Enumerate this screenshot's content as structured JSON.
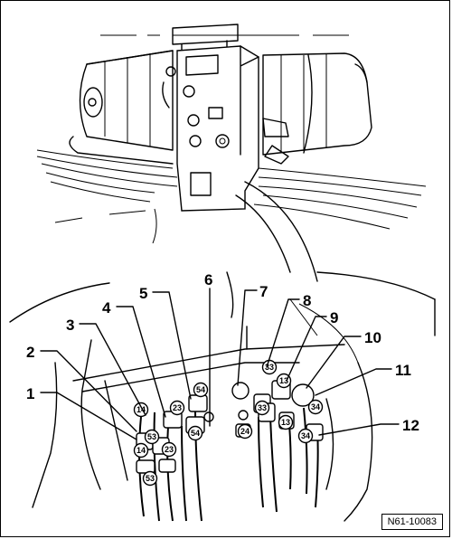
{
  "figure_code": "N61-10083",
  "callouts": [
    {
      "id": "1",
      "label": "1"
    },
    {
      "id": "2",
      "label": "2"
    },
    {
      "id": "3",
      "label": "3"
    },
    {
      "id": "4",
      "label": "4"
    },
    {
      "id": "5",
      "label": "5"
    },
    {
      "id": "6",
      "label": "6"
    },
    {
      "id": "7",
      "label": "7"
    },
    {
      "id": "8",
      "label": "8"
    },
    {
      "id": "9",
      "label": "9"
    },
    {
      "id": "10",
      "label": "10"
    },
    {
      "id": "11",
      "label": "11"
    },
    {
      "id": "12",
      "label": "12"
    }
  ],
  "pin_labels": {
    "p14a": "14",
    "p14b": "14",
    "p53a": "53",
    "p53b": "53",
    "p23a": "23",
    "p23b": "23",
    "p54a": "54",
    "p54b": "54",
    "p24": "24",
    "p33a": "33",
    "p33b": "33",
    "p13a": "13",
    "p13b": "13",
    "p34a": "34",
    "p34b": "34"
  }
}
